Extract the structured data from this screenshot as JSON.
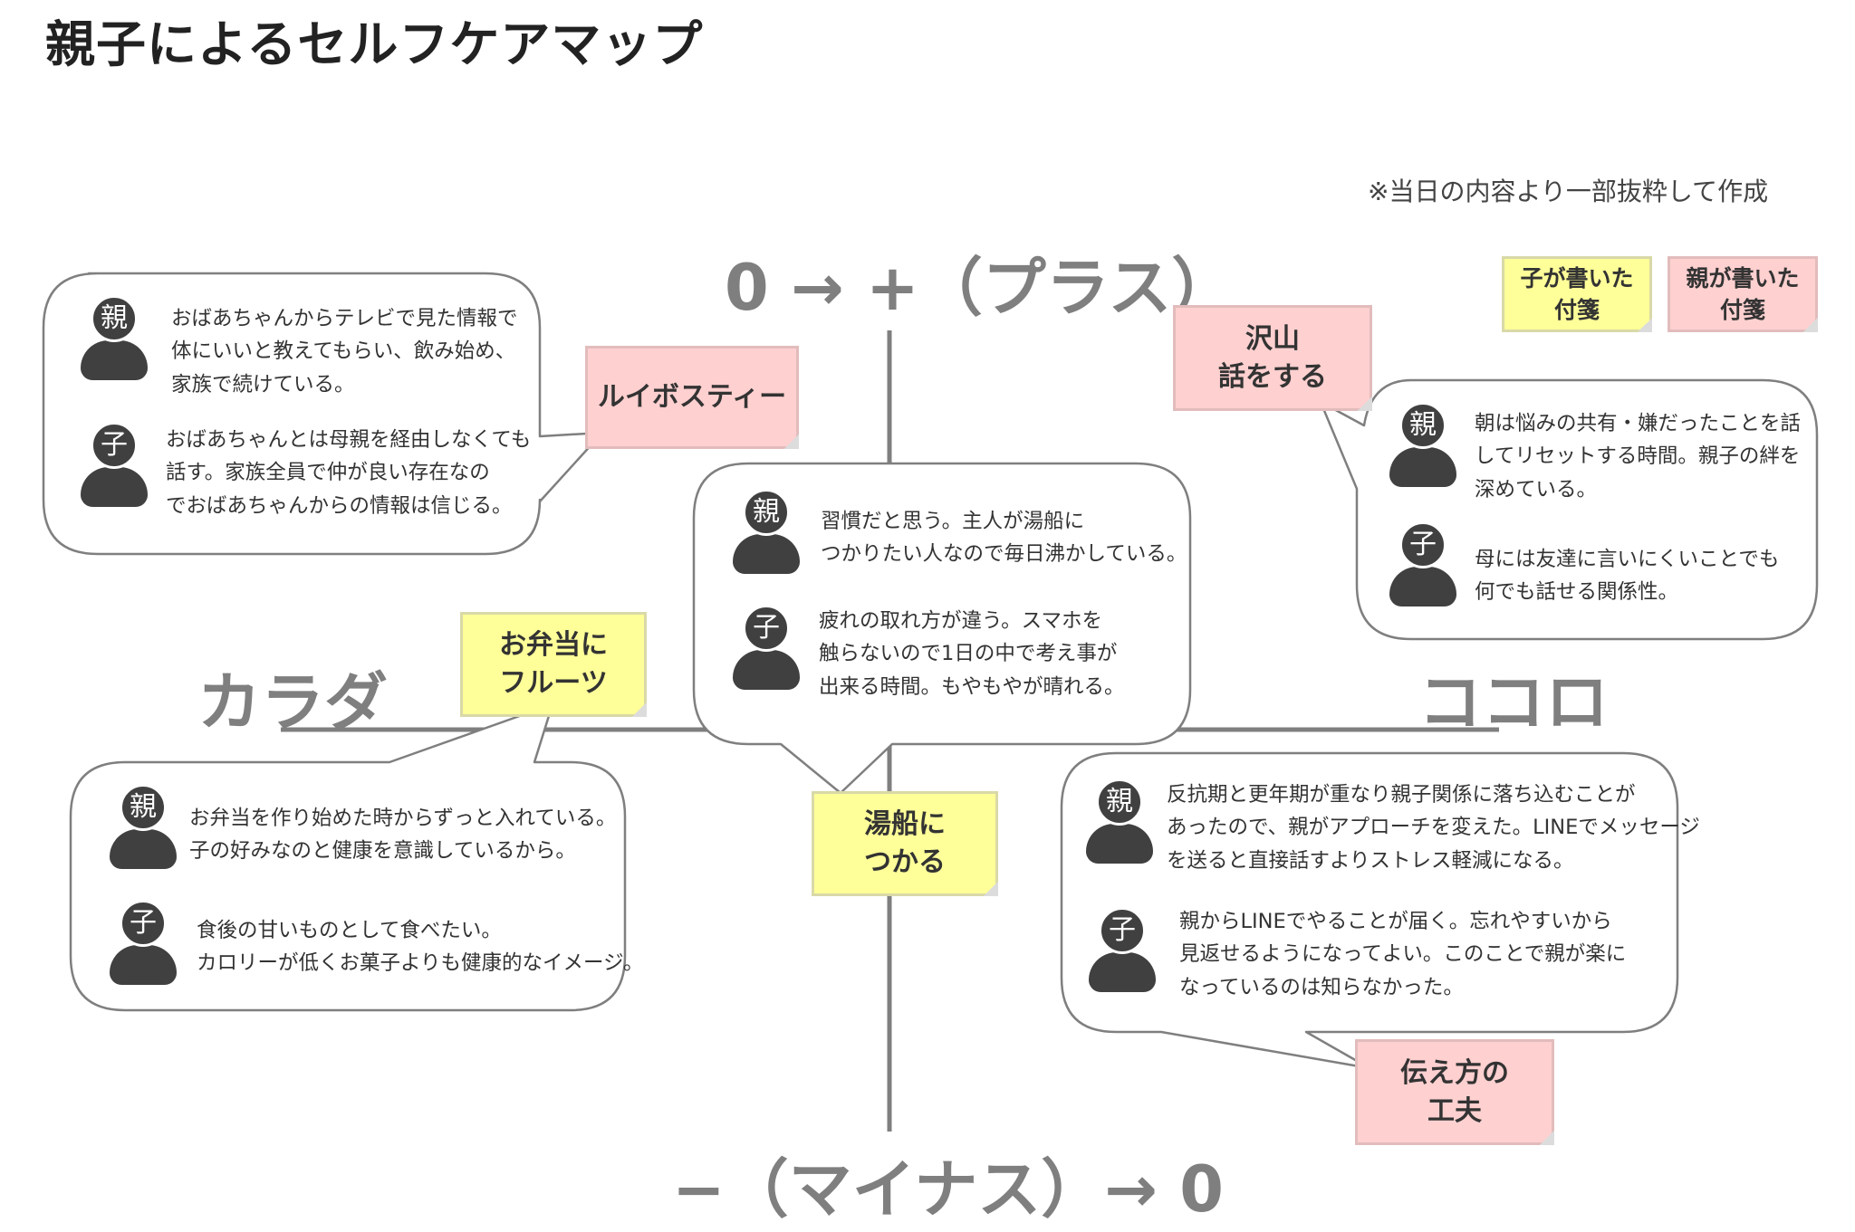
{
  "title": "親子によるセルフケアマップ",
  "note": "※当日の内容より一部抜粋して作成",
  "axes": {
    "top": "0 → +（プラス）",
    "bottom": "−（マイナス）→ 0",
    "left": "カラダ",
    "right": "ココロ"
  },
  "legend": {
    "child": [
      "子が書いた",
      "付箋"
    ],
    "parent": [
      "親が書いた",
      "付箋"
    ]
  },
  "colors": {
    "child_note": "#ffff99",
    "parent_note": "#ffd0d0",
    "axis": "#7f7f7f",
    "icon": "#404040"
  },
  "icon_labels": {
    "parent": "親",
    "child": "子"
  },
  "stickies": {
    "rooibos": [
      "ルイボスティー"
    ],
    "talk": [
      "沢山",
      "話をする"
    ],
    "fruit": [
      "お弁当に",
      "フルーツ"
    ],
    "bath": [
      "湯船に",
      "つかる"
    ],
    "convey": [
      "伝え方の",
      "工夫"
    ]
  },
  "bubbles": {
    "rooibos": {
      "parent": [
        "おばあちゃんからテレビで見た情報で",
        "体にいいと教えてもらい、飲み始め、",
        "家族で続けている。"
      ],
      "child": [
        "おばあちゃんとは母親を経由しなくても",
        "話す。家族全員で仲が良い存在なの",
        "でおばあちゃんからの情報は信じる。"
      ]
    },
    "bath": {
      "parent": [
        "習慣だと思う。主人が湯船に",
        "つかりたい人なので毎日沸かしている。"
      ],
      "child": [
        "疲れの取れ方が違う。スマホを",
        "触らないので1日の中で考え事が",
        "出来る時間。もやもやが晴れる。"
      ]
    },
    "talk": {
      "parent": [
        "朝は悩みの共有・嫌だったことを話",
        "してリセットする時間。親子の絆を",
        "深めている。"
      ],
      "child": [
        "母には友達に言いにくいことでも",
        "何でも話せる関係性。"
      ]
    },
    "fruit": {
      "parent": [
        "お弁当を作り始めた時からずっと入れている。",
        "子の好みなのと健康を意識しているから。"
      ],
      "child": [
        "食後の甘いものとして食べたい。",
        "カロリーが低くお菓子よりも健康的なイメージ。"
      ]
    },
    "convey": {
      "parent": [
        "反抗期と更年期が重なり親子関係に落ち込むことが",
        "あったので、親がアプローチを変えた。LINEでメッセージ",
        "を送ると直接話すよりストレス軽減になる。"
      ],
      "child": [
        "親からLINEでやることが届く。忘れやすいから",
        "見返せるようになってよい。このことで親が楽に",
        "なっているのは知らなかった。"
      ]
    }
  }
}
